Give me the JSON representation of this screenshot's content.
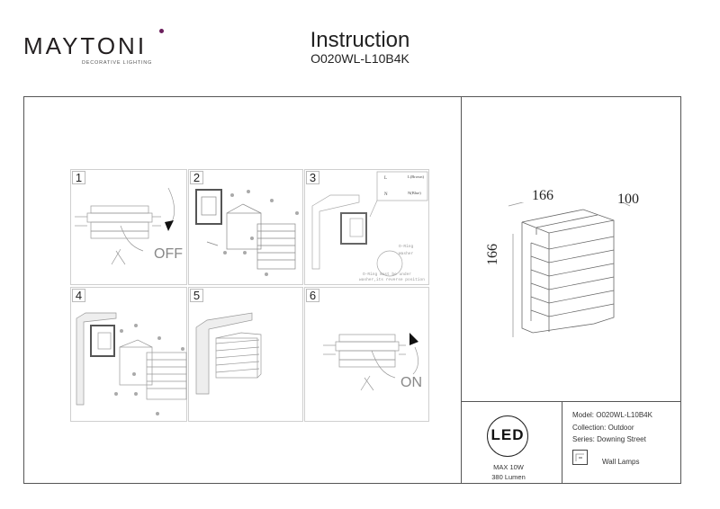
{
  "header": {
    "brand": "MAYTONI",
    "brand_tagline": "DECORATIVE LIGHTING",
    "title": "Instruction",
    "model_code": "O020WL-L10B4K"
  },
  "steps": [
    {
      "number": "1",
      "caption": "OFF",
      "description": "switch-off-power"
    },
    {
      "number": "2",
      "caption": "",
      "description": "exploded-assembly"
    },
    {
      "number": "3",
      "caption": "",
      "description": "wall-mounting-wiring",
      "wiring_labels": {
        "live": "L",
        "neutral": "N",
        "live_wire": "L(Brown)",
        "neutral_wire": "N(Blue)"
      },
      "notes": [
        "O-Ring",
        "Washer",
        "O-Ring must be under",
        "washer,its reverse position"
      ]
    },
    {
      "number": "4",
      "caption": "",
      "description": "attach-body-and-grille"
    },
    {
      "number": "5",
      "caption": "",
      "description": "mounted-lamp"
    },
    {
      "number": "6",
      "caption": "ON",
      "description": "switch-on-power"
    }
  ],
  "dimensions": {
    "width": "166",
    "depth": "100",
    "height": "166"
  },
  "specs": {
    "led_label": "LED",
    "max_power": "MAX 10W",
    "lumen": "380 Lumen",
    "model": "Model: O020WL-L10B4K",
    "collection": "Collection: Outdoor",
    "series": "Series: Downing Street",
    "category": "Wall Lamps",
    "category_icon": "wall-lamp-icon"
  }
}
